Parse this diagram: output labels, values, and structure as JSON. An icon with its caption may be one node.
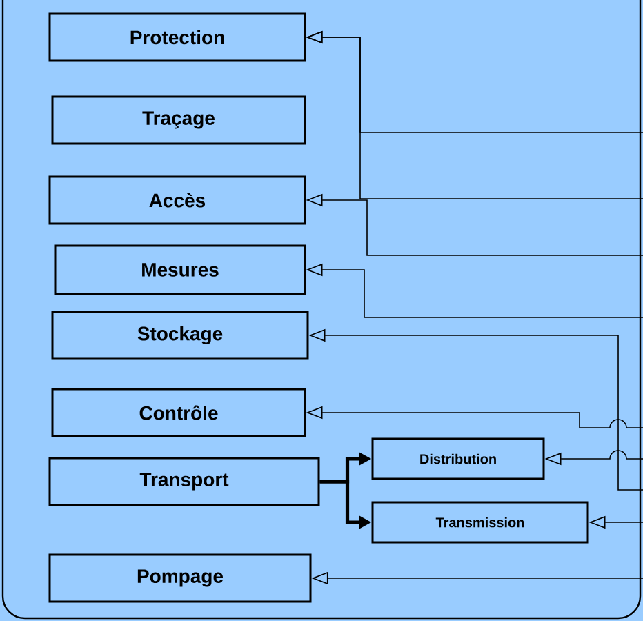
{
  "diagram": {
    "nodes": [
      {
        "text": [
          "Protection"
        ]
      },
      {
        "text": [
          "Traçage"
        ]
      },
      {
        "text": [
          "Accès"
        ]
      },
      {
        "text": [
          "Mesures"
        ]
      },
      {
        "text": [
          "Stockage"
        ]
      },
      {
        "text": [
          "Contrôle"
        ]
      },
      {
        "text": [
          "Transport"
        ]
      },
      {
        "text": [
          "Distribution"
        ]
      },
      {
        "text": [
          "Transmission"
        ]
      },
      {
        "text": [
          "Pompage"
        ]
      }
    ],
    "edges": [
      {
        "from": null,
        "to": 0,
        "arrow": "to"
      },
      {
        "from": null,
        "to": 0,
        "arrow": "to"
      },
      {
        "from": null,
        "to": 2,
        "arrow": "to"
      },
      {
        "from": null,
        "to": 3,
        "arrow": "to"
      },
      {
        "from": null,
        "to": 4,
        "arrow": "to"
      },
      {
        "from": null,
        "to": 5,
        "arrow": "to"
      },
      {
        "from": 6,
        "to": 7,
        "arrow": "to",
        "style": "thick"
      },
      {
        "from": 6,
        "to": 8,
        "arrow": "to",
        "style": "thick"
      },
      {
        "from": null,
        "to": 7,
        "arrow": "to"
      },
      {
        "from": null,
        "to": 8,
        "arrow": "to"
      },
      {
        "from": null,
        "to": 9,
        "arrow": "to"
      }
    ]
  }
}
